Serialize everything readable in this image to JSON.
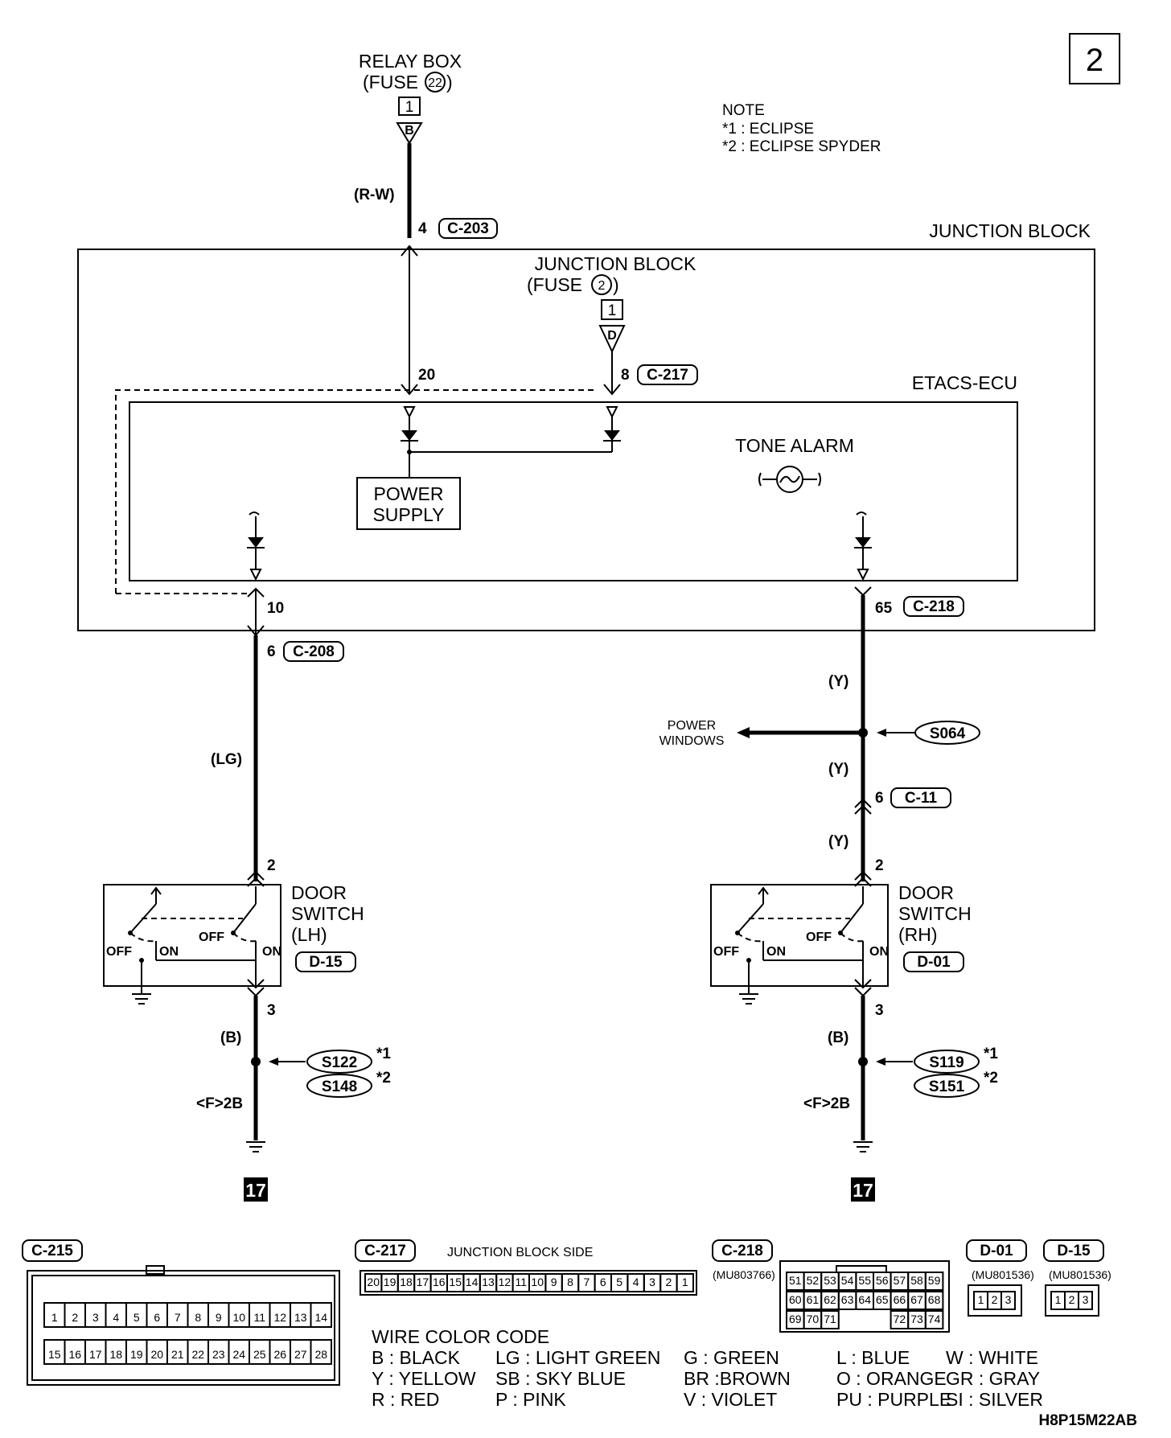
{
  "page_number": "2",
  "figure_code": "H8P15M22AB",
  "note": {
    "title": "NOTE",
    "items": [
      "*1 : ECLIPSE",
      "*2 : ECLIPSE SPYDER"
    ]
  },
  "relay_box": {
    "title": "RELAY BOX",
    "fuse": "(FUSE",
    "fuse_no": "22",
    "fuse_close": ")",
    "box_no": "1",
    "terminal": "B"
  },
  "wire_rw": {
    "color": "(R-W)",
    "pin": "4",
    "connector": "C-203"
  },
  "junction_block": {
    "label": "JUNCTION BLOCK"
  },
  "jb_fuse": {
    "title": "JUNCTION BLOCK",
    "fuse": "(FUSE",
    "fuse_no": "2",
    "fuse_close": ")",
    "box_no": "1",
    "terminal": "D",
    "pin": "8",
    "connector": "C-217"
  },
  "pin_20": "20",
  "etacs": {
    "label": "ETACS-ECU",
    "power_supply_1": "POWER",
    "power_supply_2": "SUPPLY",
    "tone_alarm": "TONE ALARM"
  },
  "left": {
    "pin_ecu": "10",
    "pin_conn": "6",
    "connector": "C-208",
    "wire": "(LG)"
  },
  "right": {
    "pin_ecu": "65",
    "connector": "C-218",
    "wire_1": "(Y)",
    "power_windows_1": "POWER",
    "power_windows_2": "WINDOWS",
    "splice": "S064",
    "wire_2": "(Y)",
    "pin_c11": "6",
    "connector_c11": "C-11",
    "wire_3": "(Y)"
  },
  "door_lh": {
    "pin_top": "2",
    "name_1": "DOOR",
    "name_2": "SWITCH",
    "name_3": "(LH)",
    "connector": "D-15",
    "off": "OFF",
    "on": "ON",
    "pin_bottom": "3",
    "wire": "(B)",
    "splice_1": "S122",
    "mark_1": "*1",
    "splice_2": "S148",
    "mark_2": "*2",
    "ground": "<F>2B",
    "ref": "17"
  },
  "door_rh": {
    "pin_top": "2",
    "name_1": "DOOR",
    "name_2": "SWITCH",
    "name_3": "(RH)",
    "connector": "D-01",
    "off": "OFF",
    "on": "ON",
    "pin_bottom": "3",
    "wire": "(B)",
    "splice_1": "S119",
    "mark_1": "*1",
    "splice_2": "S151",
    "mark_2": "*2",
    "ground": "<F>2B",
    "ref": "17"
  },
  "connectors": {
    "c215": {
      "label": "C-215",
      "row1": [
        "1",
        "2",
        "3",
        "4",
        "5",
        "6",
        "7",
        "8",
        "9",
        "10",
        "11",
        "12",
        "13",
        "14"
      ],
      "row2": [
        "15",
        "16",
        "17",
        "18",
        "19",
        "20",
        "21",
        "22",
        "23",
        "24",
        "25",
        "26",
        "27",
        "28"
      ]
    },
    "c217": {
      "label": "C-217",
      "side": "JUNCTION BLOCK SIDE",
      "pins": [
        "20",
        "19",
        "18",
        "17",
        "16",
        "15",
        "14",
        "13",
        "12",
        "11",
        "10",
        "9",
        "8",
        "7",
        "6",
        "5",
        "4",
        "3",
        "2",
        "1"
      ]
    },
    "c218": {
      "label": "C-218",
      "part": "(MU803766)",
      "row1": [
        "51",
        "52",
        "53",
        "54",
        "55",
        "56",
        "57",
        "58",
        "59"
      ],
      "row2": [
        "60",
        "61",
        "62",
        "63",
        "64",
        "65",
        "66",
        "67",
        "68"
      ],
      "row3": [
        "69",
        "70",
        "71",
        "72",
        "73",
        "74"
      ]
    },
    "d01": {
      "label": "D-01",
      "part": "(MU801536)",
      "pins": [
        "1",
        "2",
        "3"
      ]
    },
    "d15": {
      "label": "D-15",
      "part": "(MU801536)",
      "pins": [
        "1",
        "2",
        "3"
      ]
    }
  },
  "wire_color_code": {
    "title": "WIRE COLOR CODE",
    "rows": [
      [
        "B : BLACK",
        "LG : LIGHT GREEN",
        "G : GREEN",
        "L : BLUE",
        "W : WHITE"
      ],
      [
        "Y : YELLOW",
        "SB : SKY BLUE",
        "BR :BROWN",
        "O : ORANGE",
        "GR : GRAY"
      ],
      [
        "R : RED",
        "P : PINK",
        "V : VIOLET",
        "PU : PURPLE",
        "SI : SILVER"
      ]
    ]
  }
}
